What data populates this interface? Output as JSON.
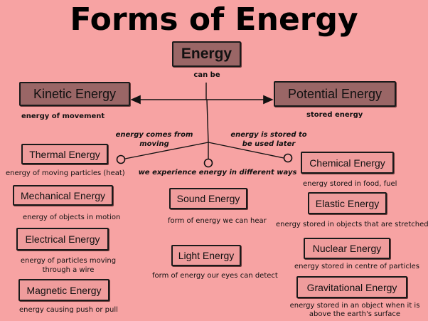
{
  "title": "Forms of Energy",
  "center": {
    "label": "Energy",
    "caption": "can be"
  },
  "kinetic": {
    "label": "Kinetic Energy",
    "description": "energy of movement"
  },
  "potential": {
    "label": "Potential Energy",
    "description": "stored energy"
  },
  "connectors": {
    "left": "energy comes from moving",
    "middle": "we experience energy in different ways",
    "right": "energy is stored to be used later"
  },
  "kinetic_forms": [
    {
      "label": "Thermal Energy",
      "description": "energy of moving particles (heat)"
    },
    {
      "label": "Mechanical Energy",
      "description": "energy of objects in motion"
    },
    {
      "label": "Electrical Energy",
      "description": "energy of particles moving through a wire"
    },
    {
      "label": "Magnetic Energy",
      "description": "energy causing push or pull"
    }
  ],
  "experience_forms": [
    {
      "label": "Sound Energy",
      "description": "form of energy we can hear"
    },
    {
      "label": "Light Energy",
      "description": "form of energy our eyes can detect"
    }
  ],
  "potential_forms": [
    {
      "label": "Chemical Energy",
      "description": "energy stored in food, fuel"
    },
    {
      "label": "Elastic Energy",
      "description": "energy stored in objects that are stretched"
    },
    {
      "label": "Nuclear Energy",
      "description": "energy stored in centre of particles"
    },
    {
      "label": "Gravitational Energy",
      "description": "energy stored in an object when it is above the earth's surface"
    }
  ],
  "colors": {
    "background": "#f7a3a3",
    "box_fill": "#ef9c9c",
    "box_dark": "#9a6666",
    "stroke": "#1a1a1a"
  }
}
